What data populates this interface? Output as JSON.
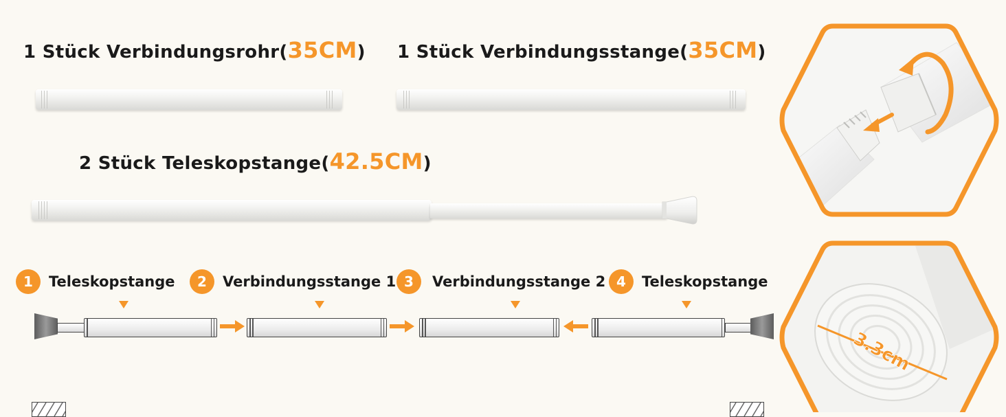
{
  "headings": {
    "rohr": {
      "text": "1 Stück Verbindungsrohr(",
      "accent": "35CM",
      "close": ")"
    },
    "stange": {
      "text": "1 Stück Verbindungsstange(",
      "accent": "35CM",
      "close": ")"
    },
    "tele": {
      "text": "2 Stück Teleskopstange(",
      "accent": "42.5CM",
      "close": ")"
    }
  },
  "steps": [
    {
      "num": "1",
      "label": "Teleskopstange"
    },
    {
      "num": "2",
      "label": "Verbindungsstange 1"
    },
    {
      "num": "3",
      "label": "Verbindungsstange 2"
    },
    {
      "num": "4",
      "label": "Teleskopstange"
    }
  ],
  "detail": {
    "diameter_label": "3.3cm"
  },
  "colors": {
    "accent": "#f5962a",
    "text": "#1a1a1a",
    "background": "#fbf9f3"
  },
  "icons": [
    "rotate-arrow-icon",
    "insert-arrow-icon",
    "right-arrow-icon",
    "left-arrow-icon",
    "down-triangle-icon"
  ]
}
